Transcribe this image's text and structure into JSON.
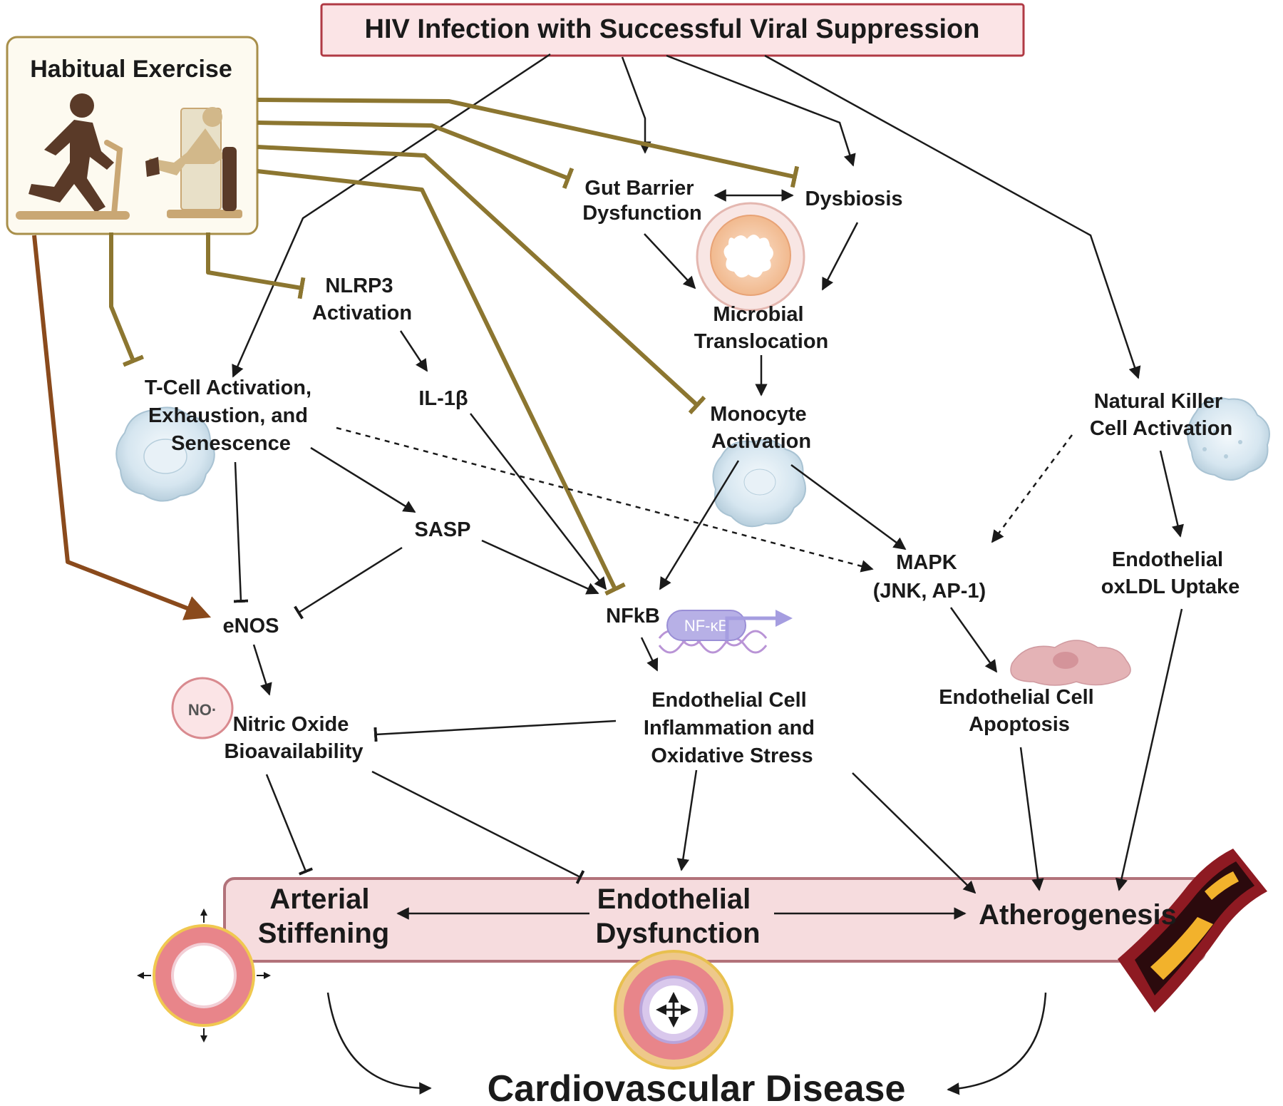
{
  "title": "HIV Infection with Successful Viral Suppression",
  "exercise": {
    "label": "Habitual Exercise"
  },
  "nodes": {
    "gut_barrier": [
      "Gut Barrier",
      "Dysfunction"
    ],
    "dysbiosis": [
      "Dysbiosis"
    ],
    "microbial_translocation": [
      "Microbial",
      "Translocation"
    ],
    "nlrp3": [
      "NLRP3",
      "Activation"
    ],
    "il1b": [
      "IL-1β"
    ],
    "tcell": [
      "T-Cell Activation,",
      "Exhaustion, and",
      "Senescence"
    ],
    "monocyte": [
      "Monocyte",
      "Activation"
    ],
    "nk": [
      "Natural Killer",
      "Cell Activation"
    ],
    "sasp": [
      "SASP"
    ],
    "mapk": [
      "MAPK",
      "(JNK, AP-1)"
    ],
    "oxldl": [
      "Endothelial",
      "oxLDL Uptake"
    ],
    "enos": [
      "eNOS"
    ],
    "nfkb": [
      "NFkB"
    ],
    "no_bio": [
      "Nitric Oxide",
      "Bioavailability"
    ],
    "ec_inflam": [
      "Endothelial Cell",
      "Inflammation and",
      "Oxidative Stress"
    ],
    "ec_apop": [
      "Endothelial Cell",
      "Apoptosis"
    ]
  },
  "icons": {
    "no_badge": "NO·",
    "nfkb_badge": "NF-κB"
  },
  "outcomes": {
    "arterial": [
      "Arterial",
      "Stiffening"
    ],
    "endothelial": [
      "Endothelial",
      "Dysfunction"
    ],
    "athero": [
      "Atherogenesis"
    ]
  },
  "footer": "Cardiovascular Disease",
  "colors": {
    "inhibit_line": "#8c7630",
    "promote_line": "#8a4a1c",
    "title_box_fill": "#fbe4e6",
    "title_box_stroke": "#b03a44",
    "exercise_box_fill": "#fdfaf0",
    "exercise_box_stroke": "#a88f4a",
    "band_fill": "#f6dcde",
    "band_stroke": "#b2727a"
  }
}
